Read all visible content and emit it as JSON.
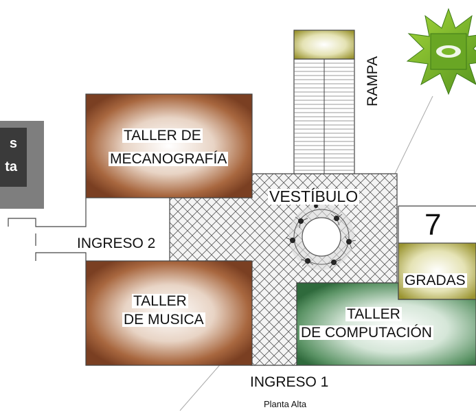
{
  "side_tag": {
    "line1": "s",
    "line2": "ta"
  },
  "rooms": {
    "mecanografia": {
      "line1": "TALLER DE",
      "line2": "MECANOGRAFÍA"
    },
    "musica": {
      "line1": "TALLER",
      "line2": "DE MUSICA"
    },
    "computacion": {
      "line1": "TALLER",
      "line2": "DE COMPUTACIÓN"
    },
    "gradas": "GRADAS",
    "vestibulo": "VESTÍBULO",
    "rampa": "RAMPA"
  },
  "ingreso_1": "INGRESO 1",
  "ingreso_2": "INGRESO 2",
  "number": "7",
  "caption": "Planta Alta",
  "colors": {
    "brown_room": "#8a4b2e",
    "green_room": "#3f7c4e",
    "olive": "#a8a238",
    "logo_green": "#7bb82a"
  }
}
